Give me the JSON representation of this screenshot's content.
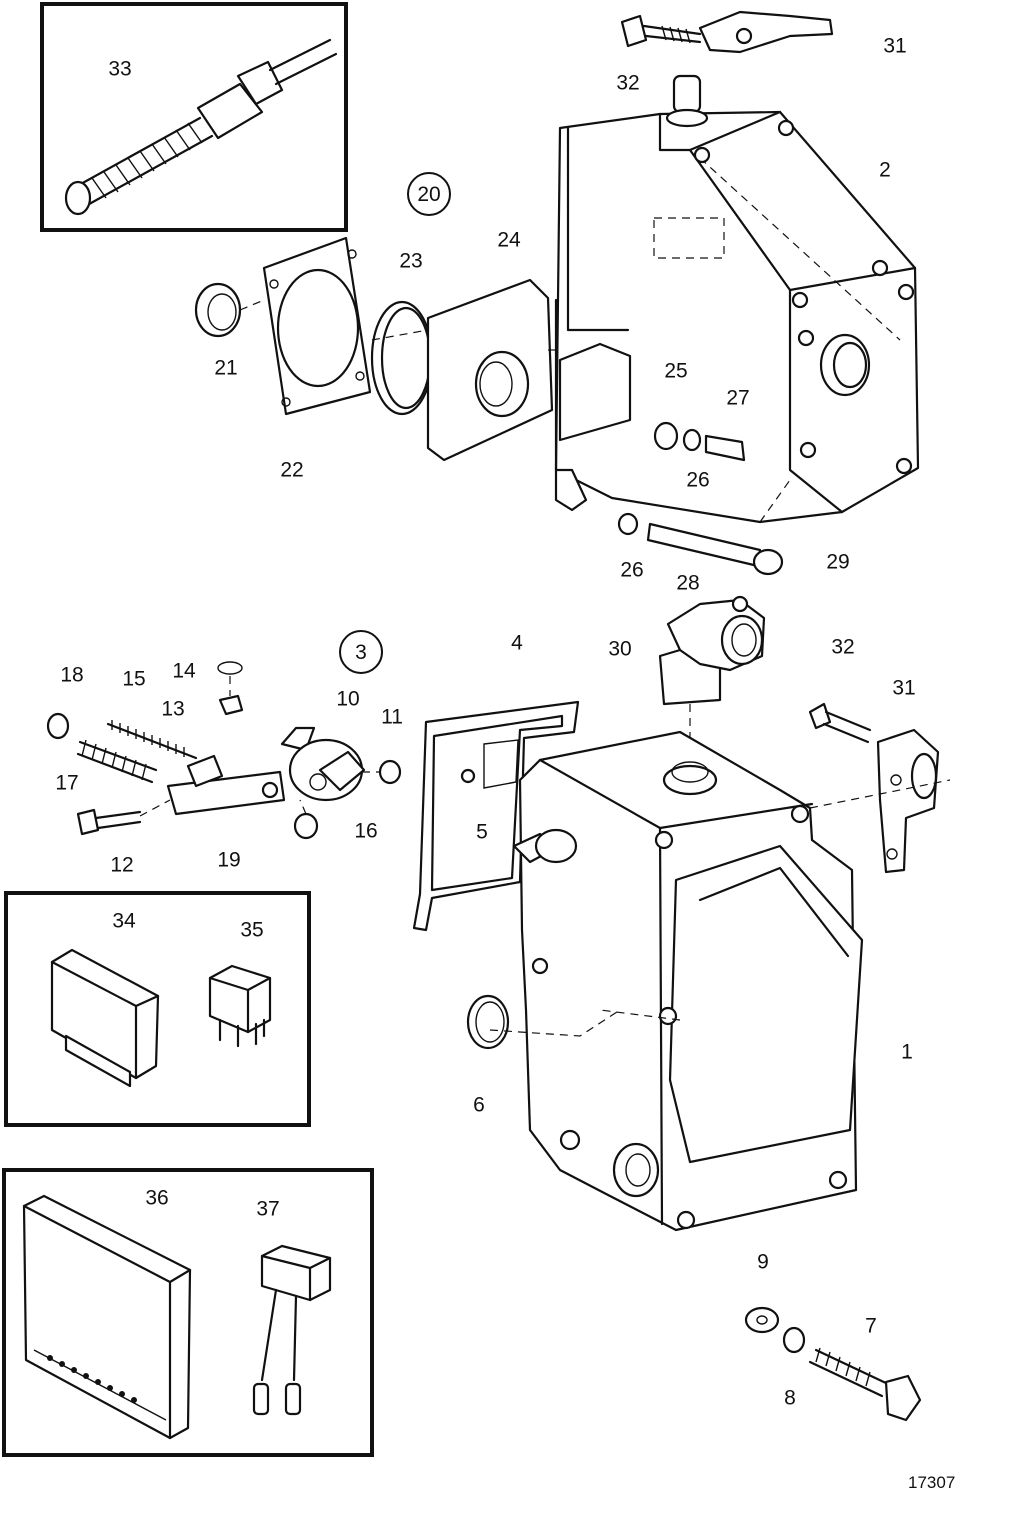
{
  "diagram_ref": "17307",
  "callouts": {
    "c1": "1",
    "c2": "2",
    "c3": "3",
    "c4": "4",
    "c5": "5",
    "c6": "6",
    "c7": "7",
    "c8": "8",
    "c9": "9",
    "c10": "10",
    "c11": "11",
    "c12": "12",
    "c13": "13",
    "c14": "14",
    "c15": "15",
    "c16": "16",
    "c17": "17",
    "c18": "18",
    "c19": "19",
    "c20": "20",
    "c21": "21",
    "c22": "22",
    "c23": "23",
    "c24": "24",
    "c25": "25",
    "c26a": "26",
    "c26b": "26",
    "c27": "27",
    "c28": "28",
    "c29": "29",
    "c30": "30",
    "c31a": "31",
    "c31b": "31",
    "c32a": "32",
    "c32b": "32",
    "c33": "33",
    "c34": "34",
    "c35": "35",
    "c36": "36",
    "c37": "37"
  }
}
